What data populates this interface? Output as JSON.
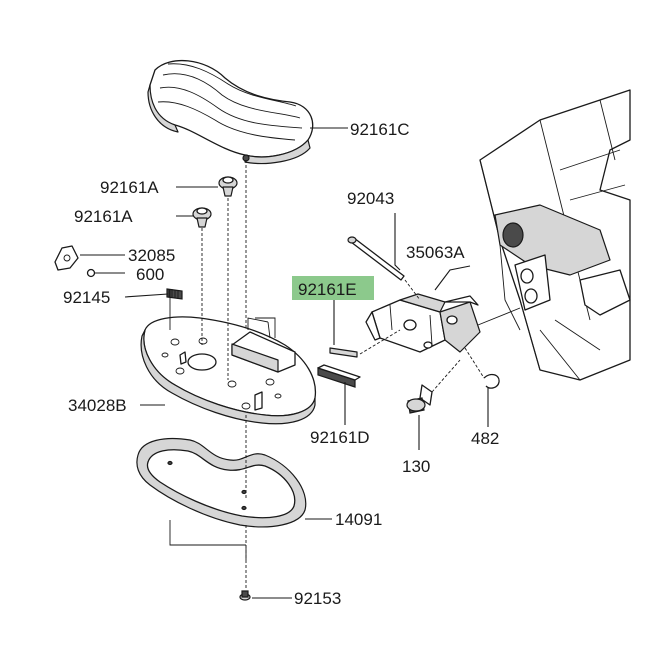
{
  "highlight_color": "#8cc98c",
  "part_labels": {
    "p92161C": "92161C",
    "p92161A_1": "92161A",
    "p92161A_2": "92161A",
    "p32085": "32085",
    "p600": "600",
    "p92145": "92145",
    "p34028B": "34028B",
    "p14091": "14091",
    "p92153": "92153",
    "p92043": "92043",
    "p35063A": "35063A",
    "p92161E": "92161E",
    "p92161D": "92161D",
    "p130": "130",
    "p482": "482"
  },
  "highlighted_part": "92161E"
}
